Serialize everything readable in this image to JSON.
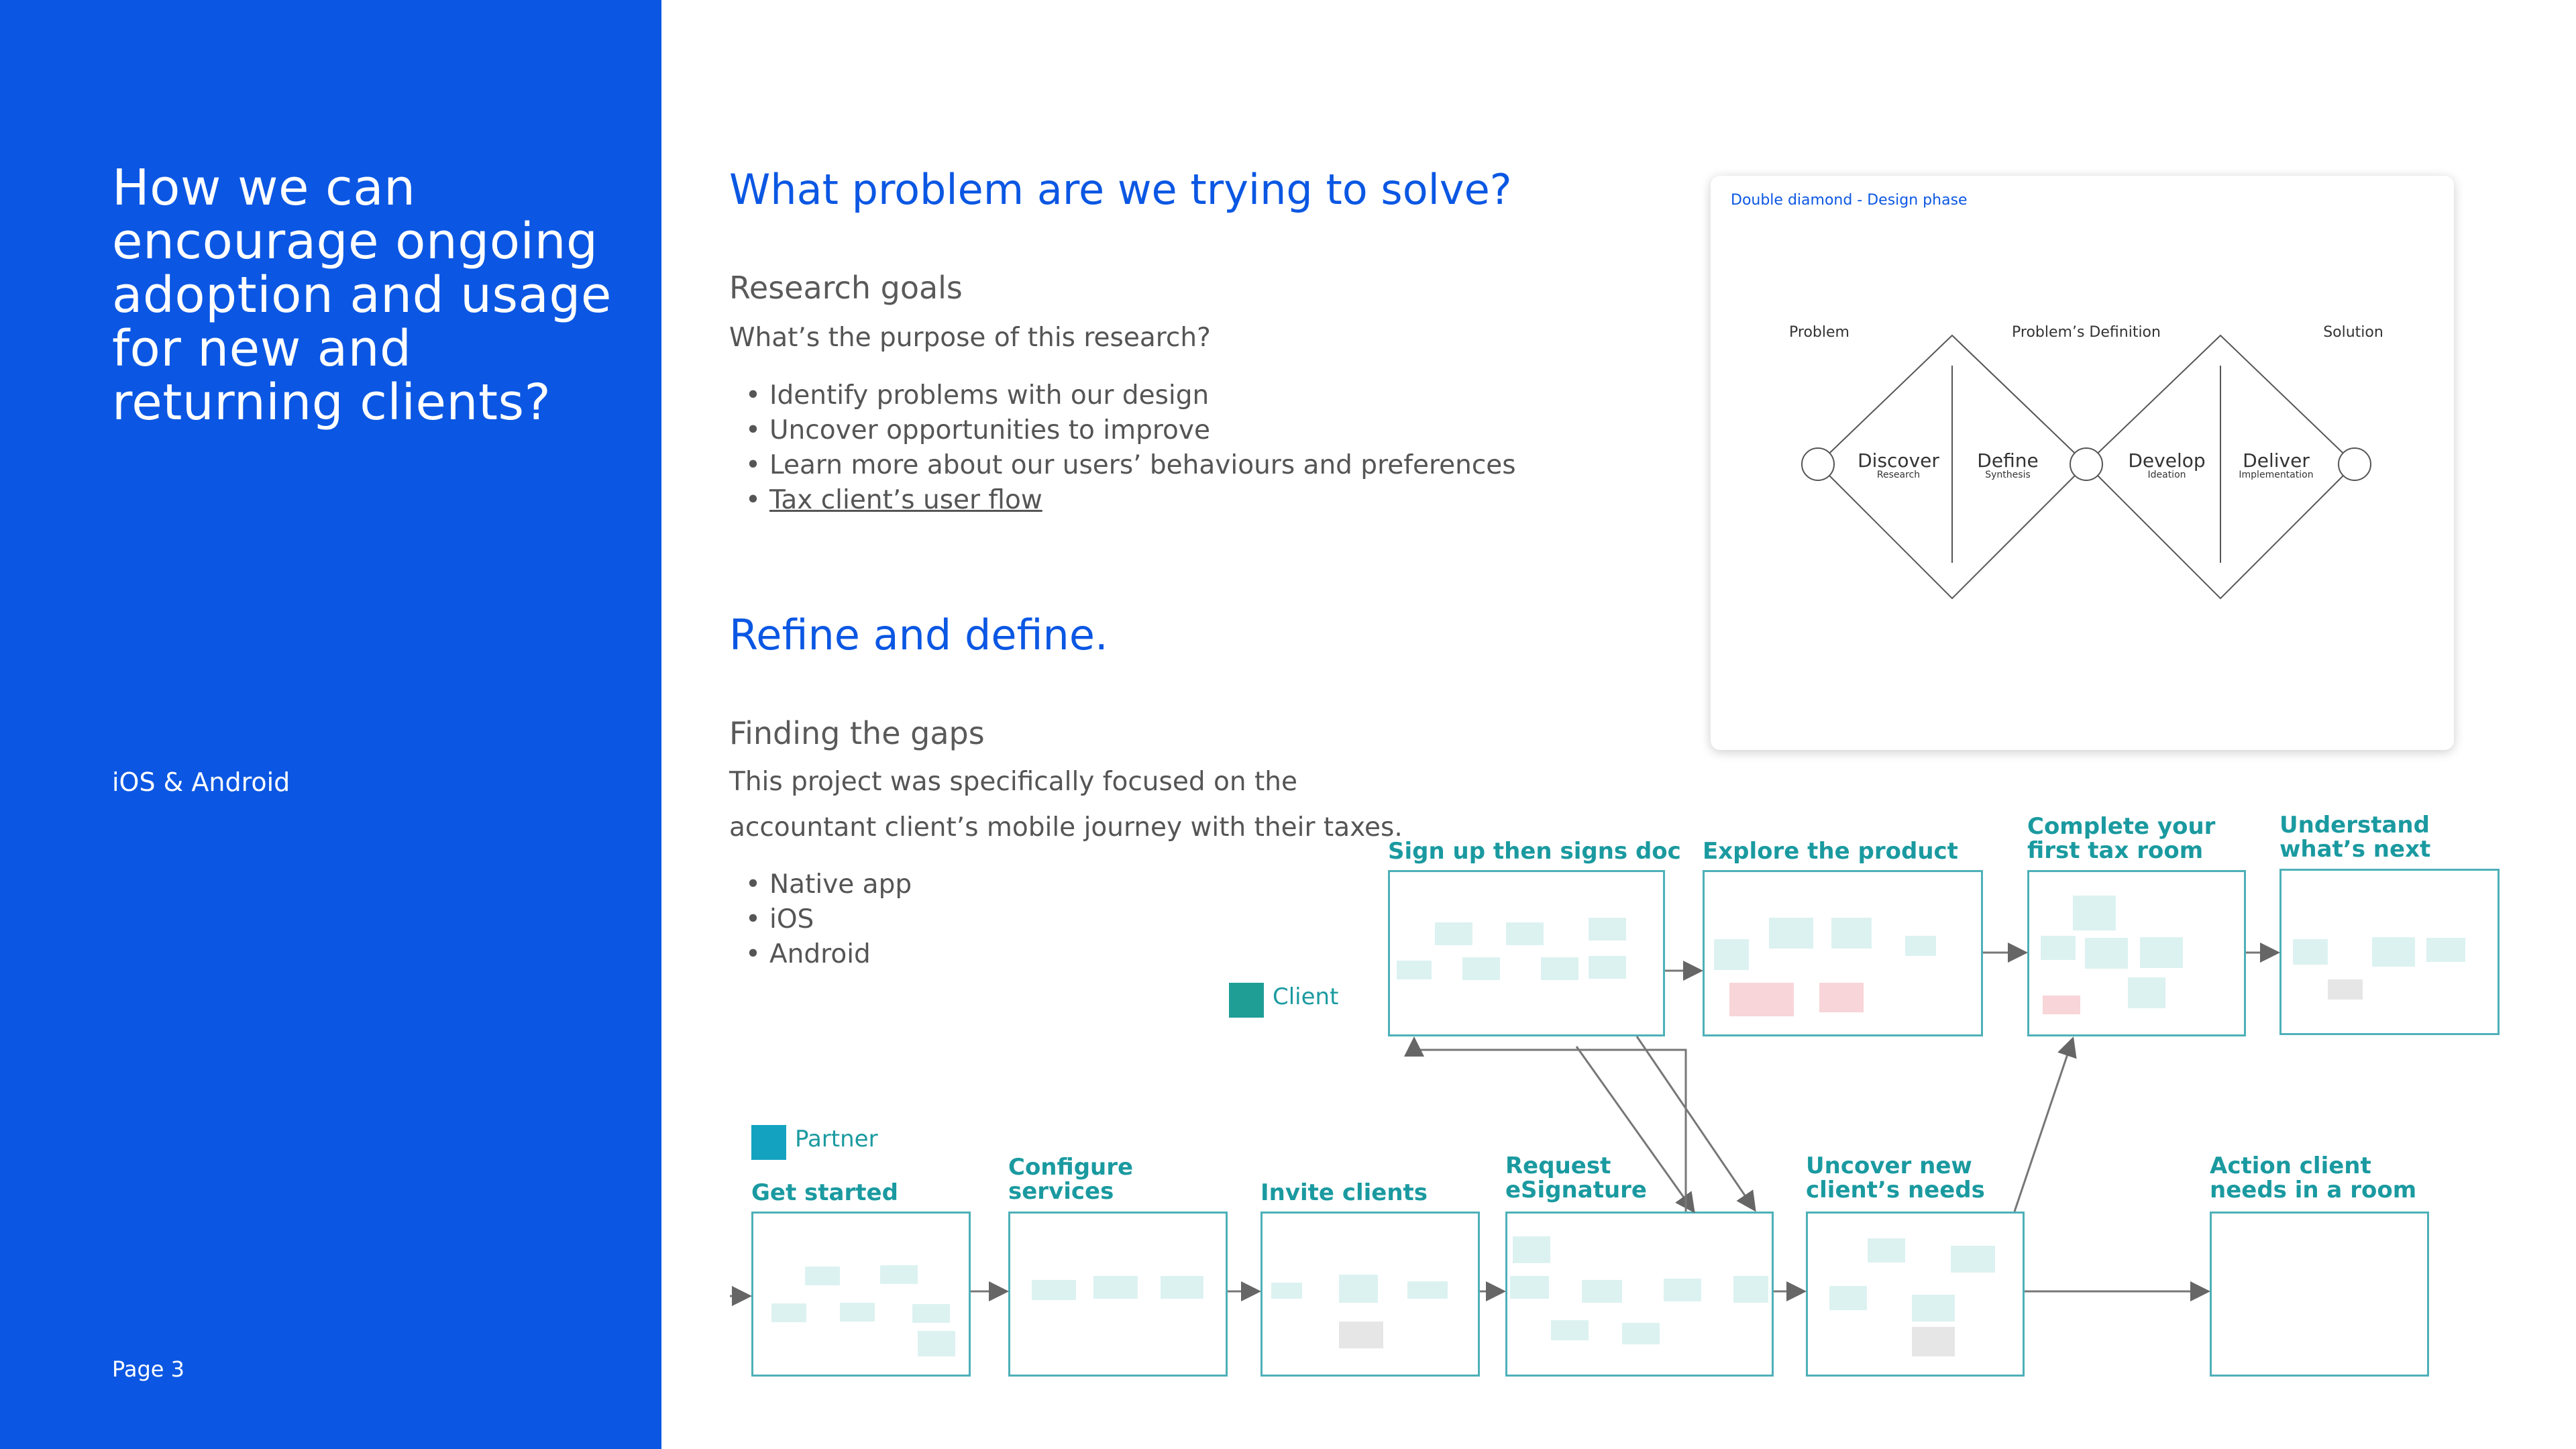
{
  "left_panel": {
    "headline": "How we can encourage ongoing adoption and usage for new and returning clients?",
    "platforms": "iOS & Android",
    "page": "Page 3"
  },
  "problem": {
    "heading": "What problem are we trying to solve?",
    "subheading": "Research goals",
    "question": "What’s the purpose of this research?",
    "bullets": [
      "Identify problems with our design",
      "Uncover opportunities to improve",
      "Learn more about our users’ behaviours and preferences",
      "Tax client’s user flow"
    ]
  },
  "refine": {
    "heading": "Refine and define.",
    "subheading": "Finding the gaps",
    "para_line1": "This project was specifically focused on the",
    "para_line2": "accountant client’s mobile journey with their taxes.",
    "bullets": [
      "Native app",
      "iOS",
      "Android"
    ]
  },
  "double_diamond": {
    "title": "Double diamond - Design phase",
    "top_labels": [
      "Problem",
      "Problem’s Definition",
      "Solution"
    ],
    "phases": [
      {
        "name": "Discover",
        "sub": "Research"
      },
      {
        "name": "Define",
        "sub": "Synthesis"
      },
      {
        "name": "Develop",
        "sub": "Ideation"
      },
      {
        "name": "Deliver",
        "sub": "Implementation"
      }
    ]
  },
  "flow": {
    "legend": {
      "client": "Client",
      "partner": "Partner"
    },
    "colors": {
      "client": "#1f9e96",
      "partner": "#13a3c0",
      "stroke": "#4db0b8",
      "title": "#1a9aa0"
    },
    "client_stages": [
      {
        "l1": "Sign up then signs doc",
        "l2": ""
      },
      {
        "l1": "Explore the product",
        "l2": ""
      },
      {
        "l1": "Complete your",
        "l2": "first tax room"
      },
      {
        "l1": "Understand",
        "l2": "what’s next"
      }
    ],
    "partner_stages": [
      {
        "l1": "Get started",
        "l2": ""
      },
      {
        "l1": "Configure",
        "l2": "services"
      },
      {
        "l1": "Invite clients",
        "l2": ""
      },
      {
        "l1": "Request",
        "l2": "eSignature"
      },
      {
        "l1": "Uncover new",
        "l2": "client’s needs"
      },
      {
        "l1": "Action client",
        "l2": "needs in a room"
      }
    ]
  }
}
